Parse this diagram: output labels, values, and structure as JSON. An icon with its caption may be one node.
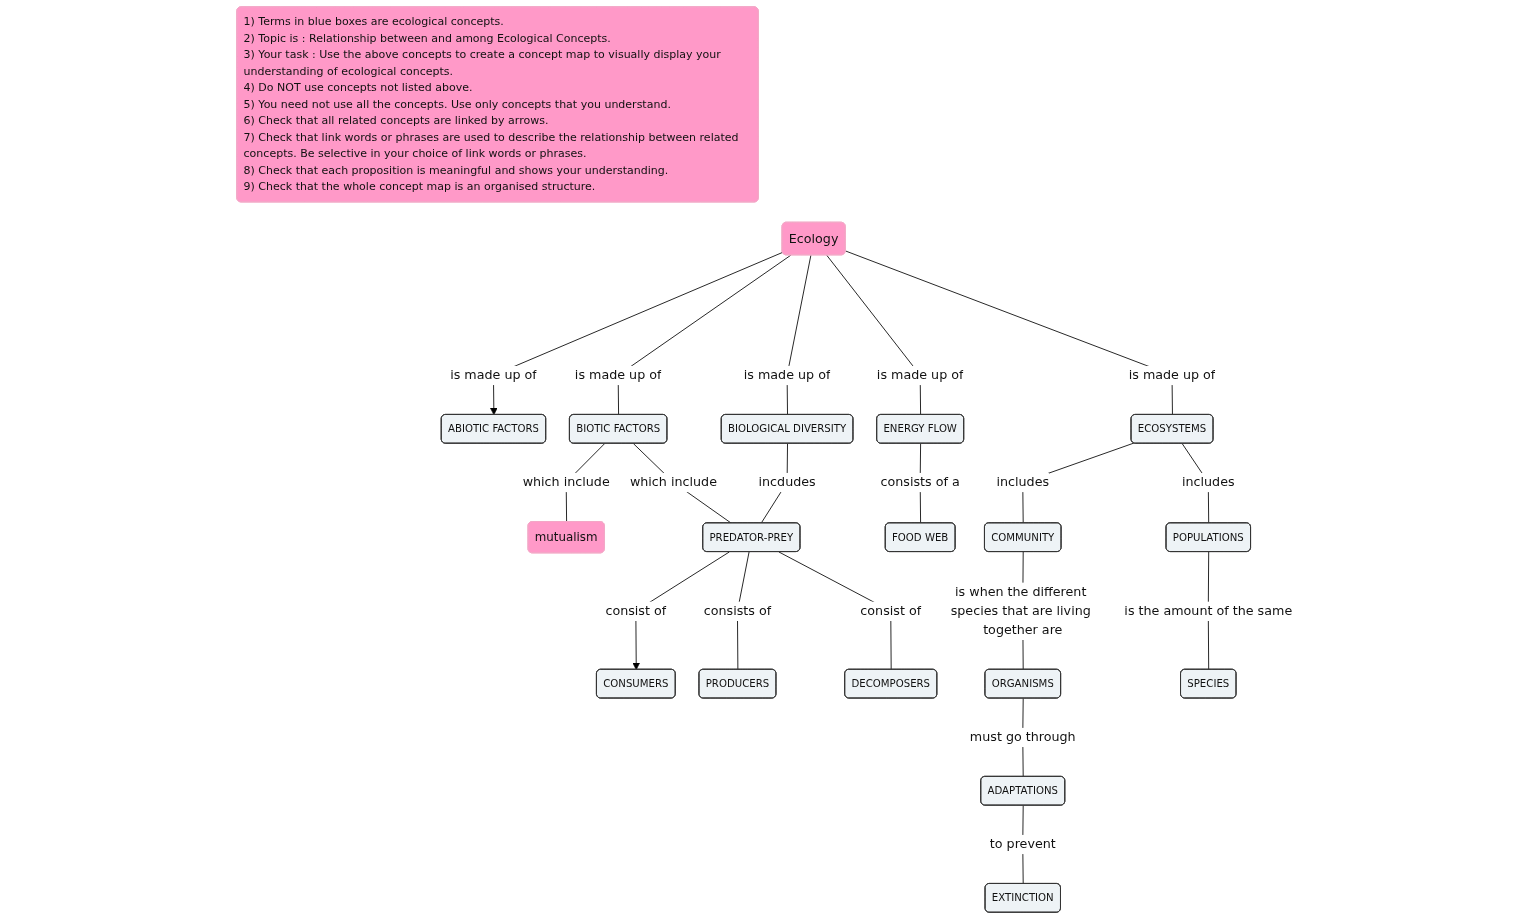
{
  "diagram": {
    "nodes": [
      {
        "text": [
          "1) Terms in blue boxes are ecological concepts.",
          "2) Topic is : Relationship between and among Ecological Concepts.",
          "3) Your task : Use the above concepts to create a concept map to visually display your understanding of ecological concepts.",
          "4) Do NOT use concepts not listed above.",
          "5) You need not use all the concepts. Use only concepts that you understand.",
          "6) Check that all related concepts are linked by arrows.",
          "7) Check that link words or phrases are used to describe the relationship between related concepts. Be selective in your choice of link words or phrases.",
          "8) Check that each proposition is meaningful and shows your understanding.",
          "9) Check that the whole concept map is an organised structure."
        ]
      },
      {
        "text": [
          "Ecology"
        ]
      },
      {
        "text": [
          "ABIOTIC FACTORS"
        ]
      },
      {
        "text": [
          "BIOTIC FACTORS"
        ]
      },
      {
        "text": [
          "ENERGY FLOW"
        ]
      },
      {
        "text": [
          "ECOSYSTEMS"
        ]
      },
      {
        "text": [
          "BIOLOGICAL DIVERSITY"
        ]
      },
      {
        "text": [
          "FOOD WEB"
        ]
      },
      {
        "text": [
          "mutualism"
        ]
      },
      {
        "text": [
          "PREDATOR-PREY"
        ]
      },
      {
        "text": [
          "COMMUNITY"
        ]
      },
      {
        "text": [
          "POPULATIONS"
        ]
      },
      {
        "text": [
          "CONSUMERS"
        ]
      },
      {
        "text": [
          "PRODUCERS"
        ]
      },
      {
        "text": [
          "DECOMPOSERS"
        ]
      },
      {
        "text": [
          "SPECIES"
        ]
      },
      {
        "text": [
          "ORGANISMS"
        ]
      },
      {
        "text": [
          "ADAPTATIONS"
        ]
      },
      {
        "text": [
          "EXTINCTION"
        ]
      }
    ],
    "edges": [
      {
        "from": 1,
        "to": 2,
        "label": "is made up of",
        "arrow": "to"
      },
      {
        "from": 1,
        "to": 3,
        "label": "is made up of",
        "arrow": "none"
      },
      {
        "from": 1,
        "to": 6,
        "label": "is made up of",
        "arrow": "none"
      },
      {
        "from": 1,
        "to": 5,
        "label": "is made up of",
        "arrow": "none"
      },
      {
        "from": 1,
        "to": 4,
        "label": "is made up of",
        "arrow": "none"
      },
      {
        "from": 3,
        "to": 8,
        "label": "which include",
        "arrow": "none"
      },
      {
        "from": 3,
        "to": 9,
        "label": "which include",
        "arrow": "none"
      },
      {
        "from": 6,
        "to": 9,
        "label": "incdudes",
        "arrow": "none"
      },
      {
        "from": 4,
        "to": 7,
        "label": "consists of a",
        "arrow": "none"
      },
      {
        "from": 5,
        "to": 10,
        "label": "includes",
        "arrow": "none"
      },
      {
        "from": 5,
        "to": 11,
        "label": "includes",
        "arrow": "none"
      },
      {
        "from": 9,
        "to": 12,
        "label": "consist of",
        "arrow": "to"
      },
      {
        "from": 9,
        "to": 13,
        "label": "consists of",
        "arrow": "none"
      },
      {
        "from": 9,
        "to": 14,
        "label": "consist of",
        "arrow": "none"
      },
      {
        "from": 10,
        "to": 16,
        "label": "is when the different species that are living together are",
        "arrow": "none"
      },
      {
        "from": 11,
        "to": 15,
        "label": "is the amount of the same",
        "arrow": "none"
      },
      {
        "from": 16,
        "to": 17,
        "label": "must go through",
        "arrow": "none"
      },
      {
        "from": 17,
        "to": 18,
        "label": "to prevent",
        "arrow": "none"
      }
    ]
  }
}
